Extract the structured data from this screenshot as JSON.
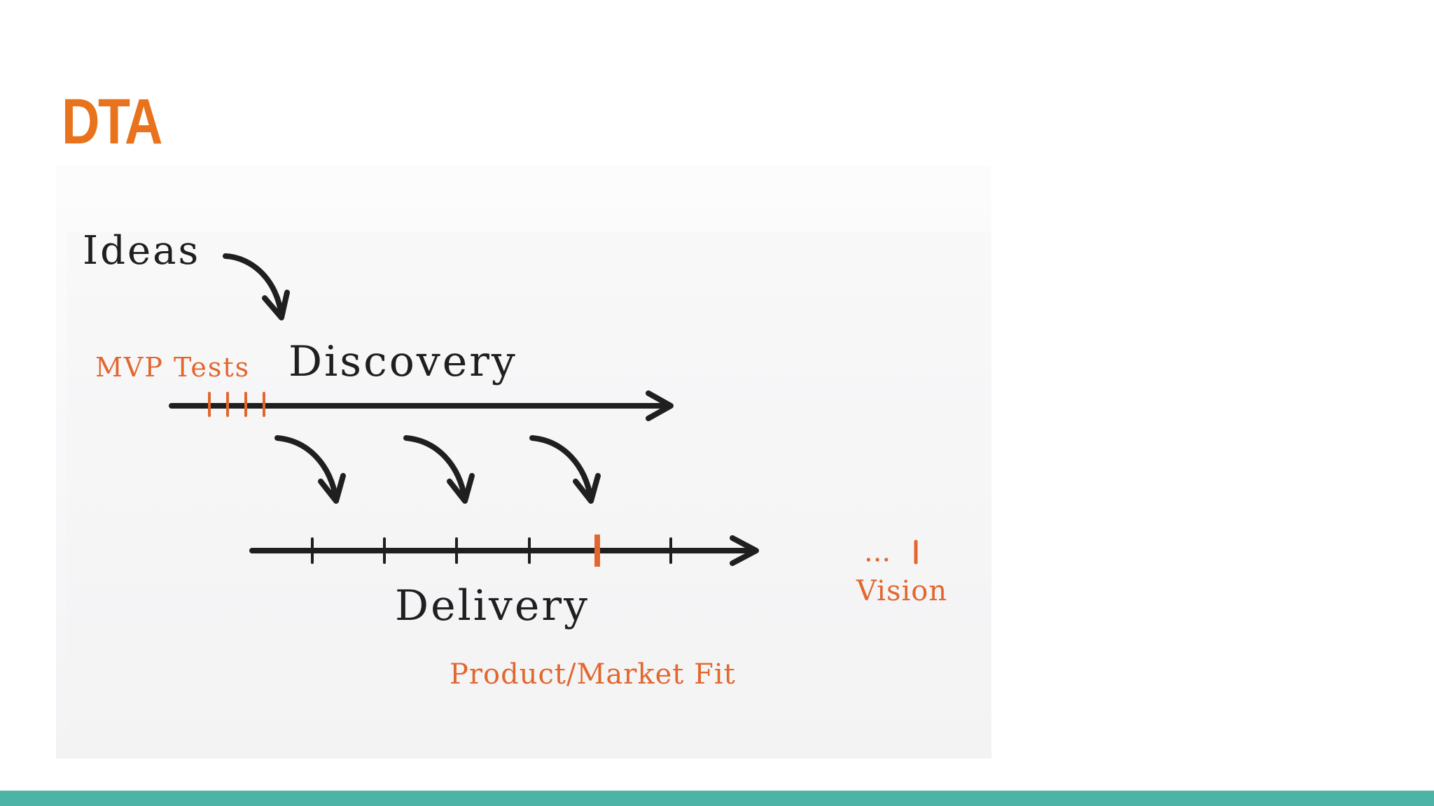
{
  "slide": {
    "title": "DTA"
  },
  "diagram": {
    "ideas_label": "Ideas",
    "discovery_label": "Discovery",
    "mvp_tests_label": "MVP Tests",
    "delivery_label": "Delivery",
    "product_market_fit_label": "Product/Market Fit",
    "vision_ellipsis": "...",
    "vision_label": "Vision"
  },
  "colors": {
    "accent": "#e8731c",
    "ink": "#1f1f1f",
    "sketch_orange": "#e2672f",
    "footer": "#4cb3a6"
  }
}
